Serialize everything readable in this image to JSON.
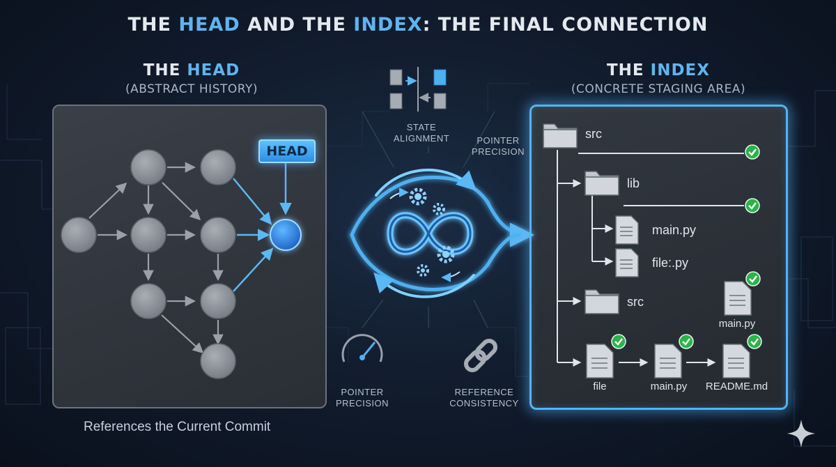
{
  "title": {
    "part1": "THE ",
    "hl1": "HEAD",
    "part2": " AND THE ",
    "hl2": "INDEX",
    "part3": ": THE FINAL CONNECTION"
  },
  "head_section": {
    "prefix": "THE ",
    "highlight": "HEAD",
    "subtitle": "(ABSTRACT HISTORY)"
  },
  "index_section": {
    "prefix": "THE ",
    "highlight": "INDEX",
    "subtitle": "(CONCRETE STAGING AREA)"
  },
  "head_tag": "HEAD",
  "caption": "References the Current Commit",
  "center_labels": {
    "state_alignment": [
      "STATE",
      "ALIGNMENT"
    ],
    "pointer_precision_top": [
      "POINTER",
      "PRECISION"
    ],
    "pointer_precision_bottom": [
      "POINTER",
      "PRECISION"
    ],
    "reference_consistency": [
      "REFERENCE",
      "CONSISTENCY"
    ]
  },
  "tree": {
    "src_top": "src",
    "lib": "lib",
    "main_py_1": "main.py",
    "file_py": "file:.py",
    "src_inner": "src",
    "main_py_2": "main.py",
    "file": "file",
    "main_py_3": "main.py",
    "readme": "README.md"
  },
  "colors": {
    "accent": "#4fb0f0",
    "node": "#8d939b",
    "head_node": "#2f86e6",
    "check": "#2bb34a"
  },
  "icons": [
    "folder-icon",
    "file-icon",
    "check-icon",
    "gear-icon",
    "speedometer-icon",
    "chain-link-icon",
    "sparkle-icon"
  ]
}
